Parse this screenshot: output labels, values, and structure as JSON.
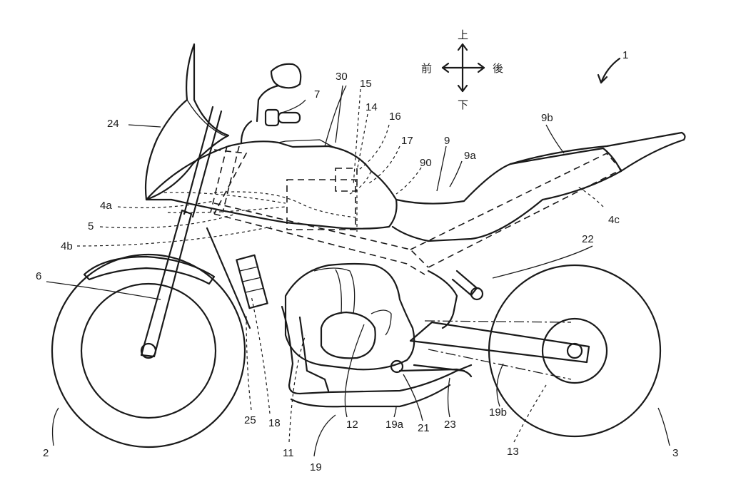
{
  "directions": {
    "up": "上",
    "down": "下",
    "front": "前",
    "rear": "後"
  },
  "reference_labels": {
    "r1": "1",
    "r2": "2",
    "r3": "3",
    "r4a": "4a",
    "r4b": "4b",
    "r4c": "4c",
    "r5": "5",
    "r6": "6",
    "r7": "7",
    "r9": "9",
    "r9a": "9a",
    "r9b": "9b",
    "r11": "11",
    "r12": "12",
    "r13": "13",
    "r14": "14",
    "r15": "15",
    "r16": "16",
    "r17": "17",
    "r18": "18",
    "r19": "19",
    "r19a": "19a",
    "r19b": "19b",
    "r21": "21",
    "r22": "22",
    "r23": "23",
    "r24": "24",
    "r25": "25",
    "r30": "30",
    "r90": "90"
  }
}
